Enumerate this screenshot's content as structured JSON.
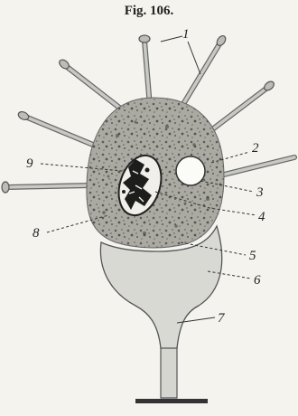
{
  "figure": {
    "title": "Fig. 106.",
    "labels": {
      "l1": "1",
      "l2": "2",
      "l3": "3",
      "l4": "4",
      "l5": "5",
      "l6": "6",
      "l7": "7",
      "l8": "8",
      "l9": "9"
    }
  },
  "colors": {
    "background": "#f4f3ee",
    "cell_body": "#aaa9a2",
    "granules": "#5b5a55",
    "stalk": "#d6d6d1",
    "ink": "#222222"
  }
}
